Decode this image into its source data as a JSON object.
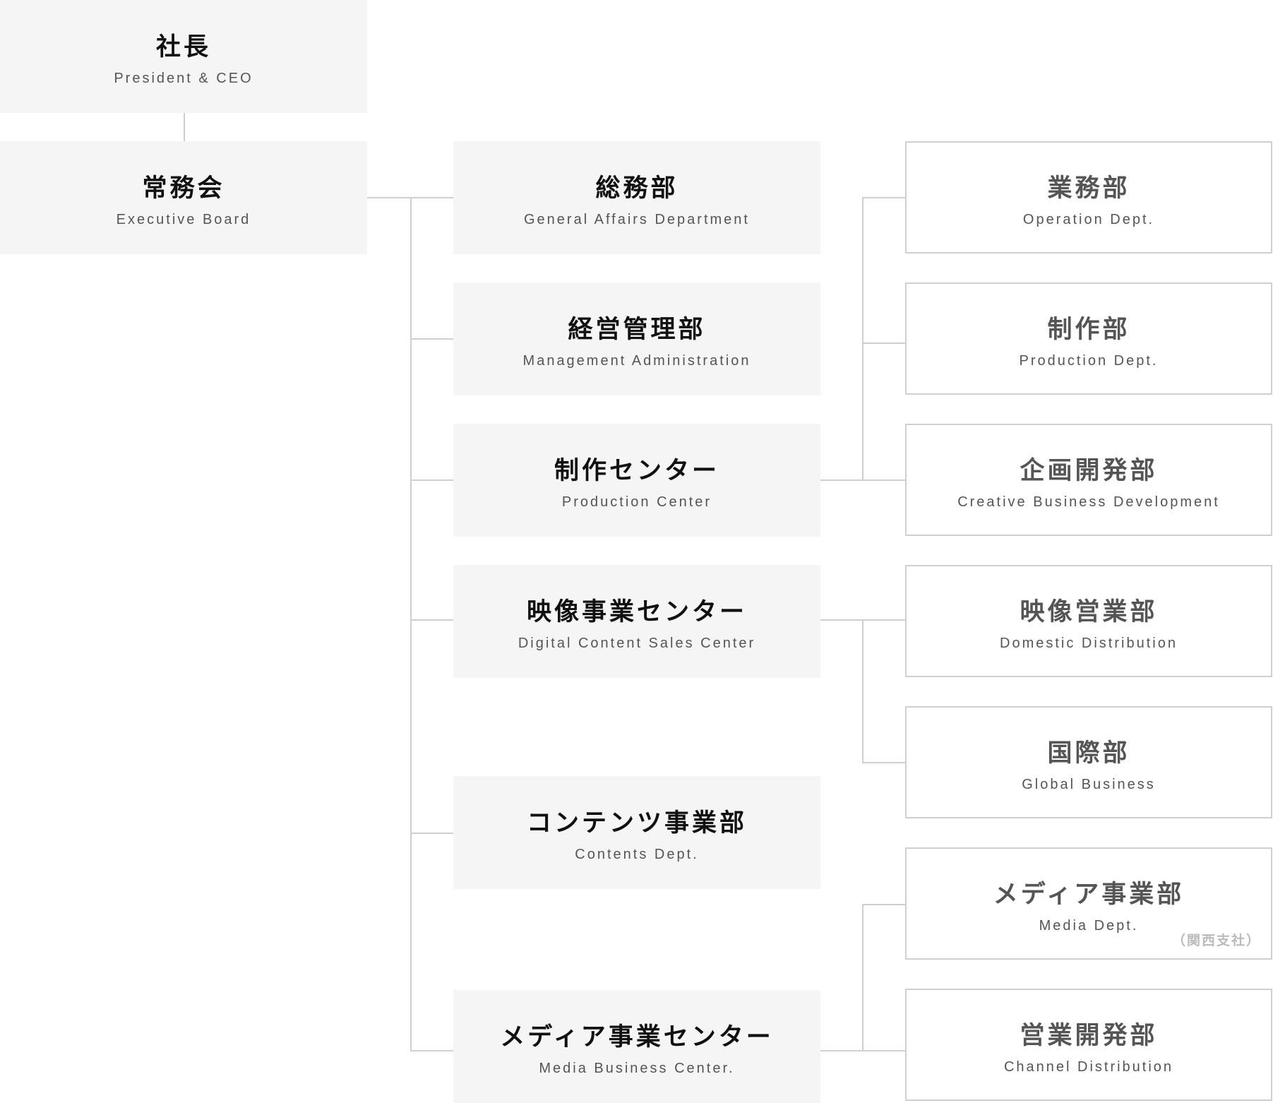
{
  "top": [
    {
      "jp": "社長",
      "en": "President & CEO"
    },
    {
      "jp": "常務会",
      "en": "Executive Board"
    }
  ],
  "centers": [
    {
      "jp": "総務部",
      "en": "General Affairs Department"
    },
    {
      "jp": "経営管理部",
      "en": "Management Administration"
    },
    {
      "jp": "制作センター",
      "en": "Production Center"
    },
    {
      "jp": "映像事業センター",
      "en": "Digital Content Sales Center"
    },
    {
      "jp": "コンテンツ事業部",
      "en": "Contents Dept."
    },
    {
      "jp": "メディア事業センター",
      "en": "Media Business Center."
    }
  ],
  "departments": [
    {
      "jp": "業務部",
      "en": "Operation Dept."
    },
    {
      "jp": "制作部",
      "en": "Production Dept."
    },
    {
      "jp": "企画開発部",
      "en": "Creative Business Development"
    },
    {
      "jp": "映像営業部",
      "en": "Domestic Distribution"
    },
    {
      "jp": "国際部",
      "en": "Global Business"
    },
    {
      "jp": "メディア事業部",
      "en": "Media Dept.",
      "note": "（関西支社）"
    },
    {
      "jp": "営業開発部",
      "en": "Channel Distribution"
    }
  ]
}
